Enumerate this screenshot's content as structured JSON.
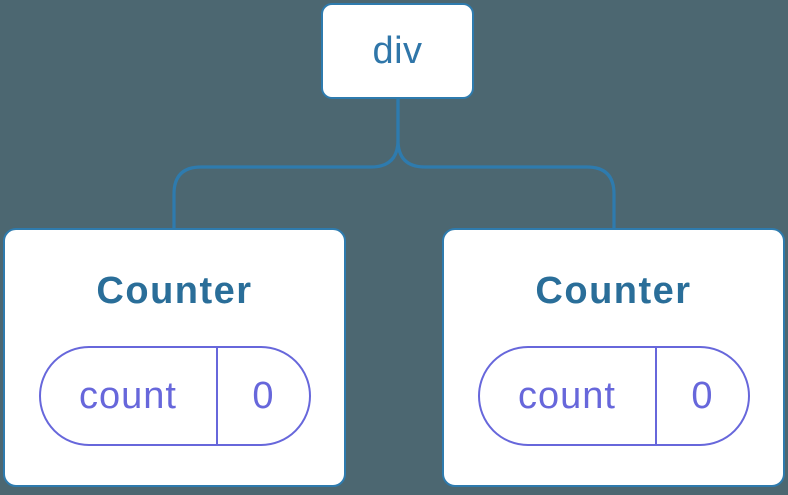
{
  "diagram": {
    "root": {
      "label": "div"
    },
    "children": [
      {
        "title": "Counter",
        "state": {
          "name": "count",
          "value": "0"
        }
      },
      {
        "title": "Counter",
        "state": {
          "name": "count",
          "value": "0"
        }
      }
    ]
  },
  "colors": {
    "background": "#4C6771",
    "stroke-blue": "#2E7BAE",
    "root-label": "#2F76A9",
    "counter-title": "#2A6E99",
    "pill-indigo": "#6767DB",
    "node-bg": "#FFFFFF"
  }
}
